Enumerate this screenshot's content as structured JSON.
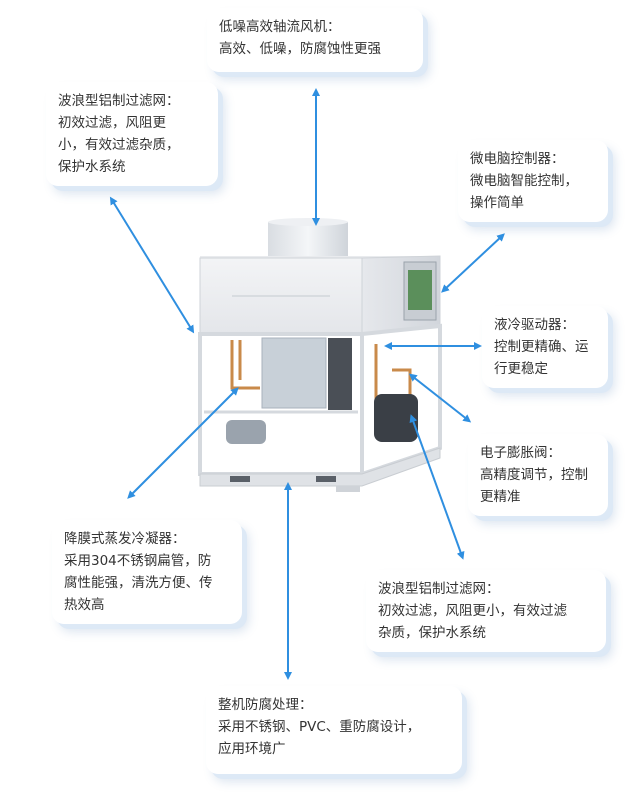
{
  "callouts": {
    "fan": {
      "title": "低噪高效轴流风机：",
      "lines": [
        "高效、低噪，防腐蚀性更强"
      ]
    },
    "filter_left": {
      "title": "波浪型铝制过滤网：",
      "lines": [
        "初效过滤，风阻更",
        "小，有效过滤杂质，",
        "保护水系统"
      ]
    },
    "controller": {
      "title": "微电脑控制器：",
      "lines": [
        "微电脑智能控制，",
        "操作简单"
      ]
    },
    "drive": {
      "title": "液冷驱动器：",
      "lines": [
        "控制更精确、运",
        "行更稳定"
      ]
    },
    "valve": {
      "title": "电子膨胀阀：",
      "lines": [
        "高精度调节，控制",
        "更精准"
      ]
    },
    "condenser": {
      "title": "降膜式蒸发冷凝器：",
      "lines": [
        "采用304不锈钢扁管，防",
        "腐性能强，清洗方便、传",
        "热效高"
      ]
    },
    "filter_right": {
      "title": "波浪型铝制过滤网：",
      "lines": [
        "初效过滤，风阻更小，有效过滤",
        "杂质，保护水系统"
      ]
    },
    "anticorrosion": {
      "title": "整机防腐处理：",
      "lines": [
        "采用不锈钢、PVC、重防腐设计，",
        "应用环境广"
      ]
    }
  },
  "colors": {
    "arrow": "#2f8fe0",
    "shadow": "#dde9f6",
    "text": "#333333"
  }
}
